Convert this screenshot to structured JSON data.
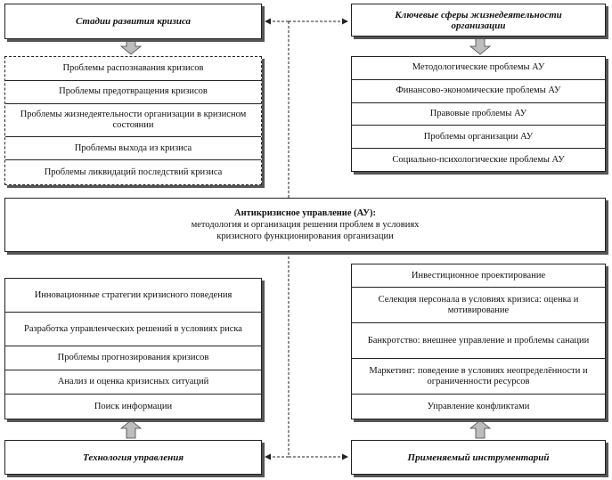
{
  "headers": {
    "crisis_stages": "Стадии развития кризиса",
    "key_spheres": "Ключевые сферы жизнедеятельности организации",
    "tech": "Технология управления",
    "tools": "Применяемый инструментарий"
  },
  "left_top_items": [
    "Проблемы распознавания кризисов",
    "Проблемы предотвращения кризисов",
    "Проблемы жизнедеятельности  организации в кризисном состоянии",
    "Проблемы выхода  из кризиса",
    "Проблемы ликвидаций  последствий  кризиса"
  ],
  "right_top_items": [
    "Методологические проблемы АУ",
    "Финансово-экономические проблемы АУ",
    "Правовые проблемы АУ",
    "Проблемы организации АУ",
    "Социально-психологические  проблемы АУ"
  ],
  "center": {
    "line1": "Антикризисное  управление  (АУ):",
    "line2": "методология и организация решения проблем в условиях",
    "line3": "кризисного  функционирования организации"
  },
  "left_bottom_items": [
    "Инновационные стратегии кризисного поведения",
    "Разработка управленческих  решений в условиях  риска",
    "Проблемы прогнозирования кризисов",
    "Анализ и оценка кризисных  ситуаций",
    "Поиск информации"
  ],
  "right_bottom_items": [
    "Инвестиционное проектирование",
    "Селекция  персонала в условиях кризиса: оценка и мотивирование",
    "Банкротство:  внешнее управление и проблемы санации",
    "Маркетинг: поведение в условиях неопределённости и ограниченности ресурсов",
    "Управление конфликтами"
  ]
}
